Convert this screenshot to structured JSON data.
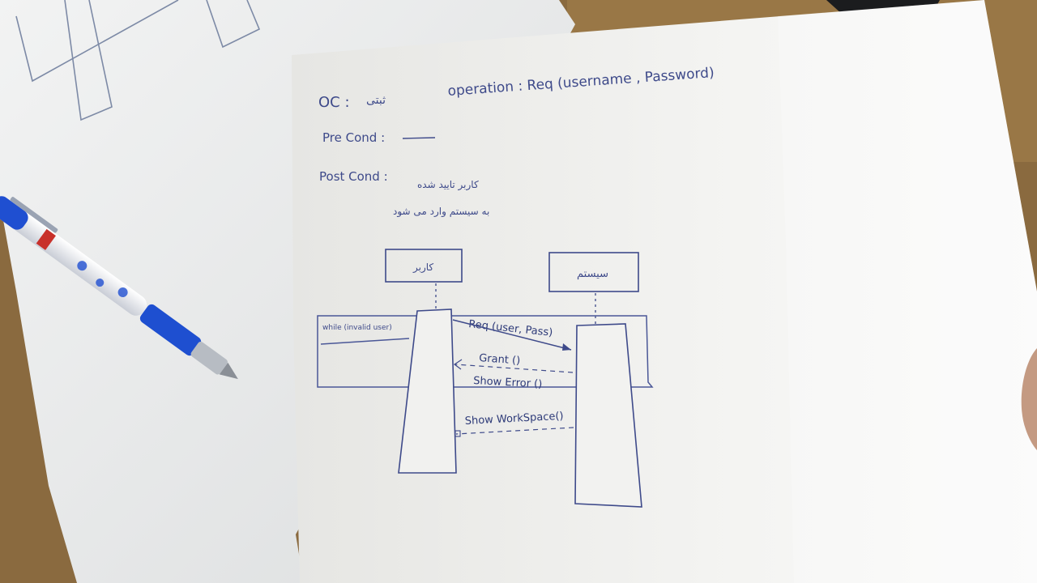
{
  "photo": {
    "oc_label": "OC :",
    "oc_farsi": "ثبتی",
    "operation_text": "operation : Req (username , Password)",
    "precond_label": "Pre Cond :",
    "postcond_label": "Post Cond :",
    "postcond_line1": "کاربر تایید شده",
    "postcond_line2": "به سیستم وارد می شود",
    "actor_user_label": "کاربر",
    "actor_system_label": "سیستم",
    "loop_guard": "while (invalid user)",
    "msg_request": "Req (user, Pass)",
    "msg_grant": "Grant ()",
    "msg_error": "Show Error ()",
    "msg_workspace": "Show WorkSpace()"
  },
  "colors": {
    "table": "#8a6a3f",
    "paper_back": "#e9eaea",
    "paper_front": "#f3f3f1",
    "ink": "#3e4a8a",
    "pen_blue": "#1f4fd1"
  }
}
